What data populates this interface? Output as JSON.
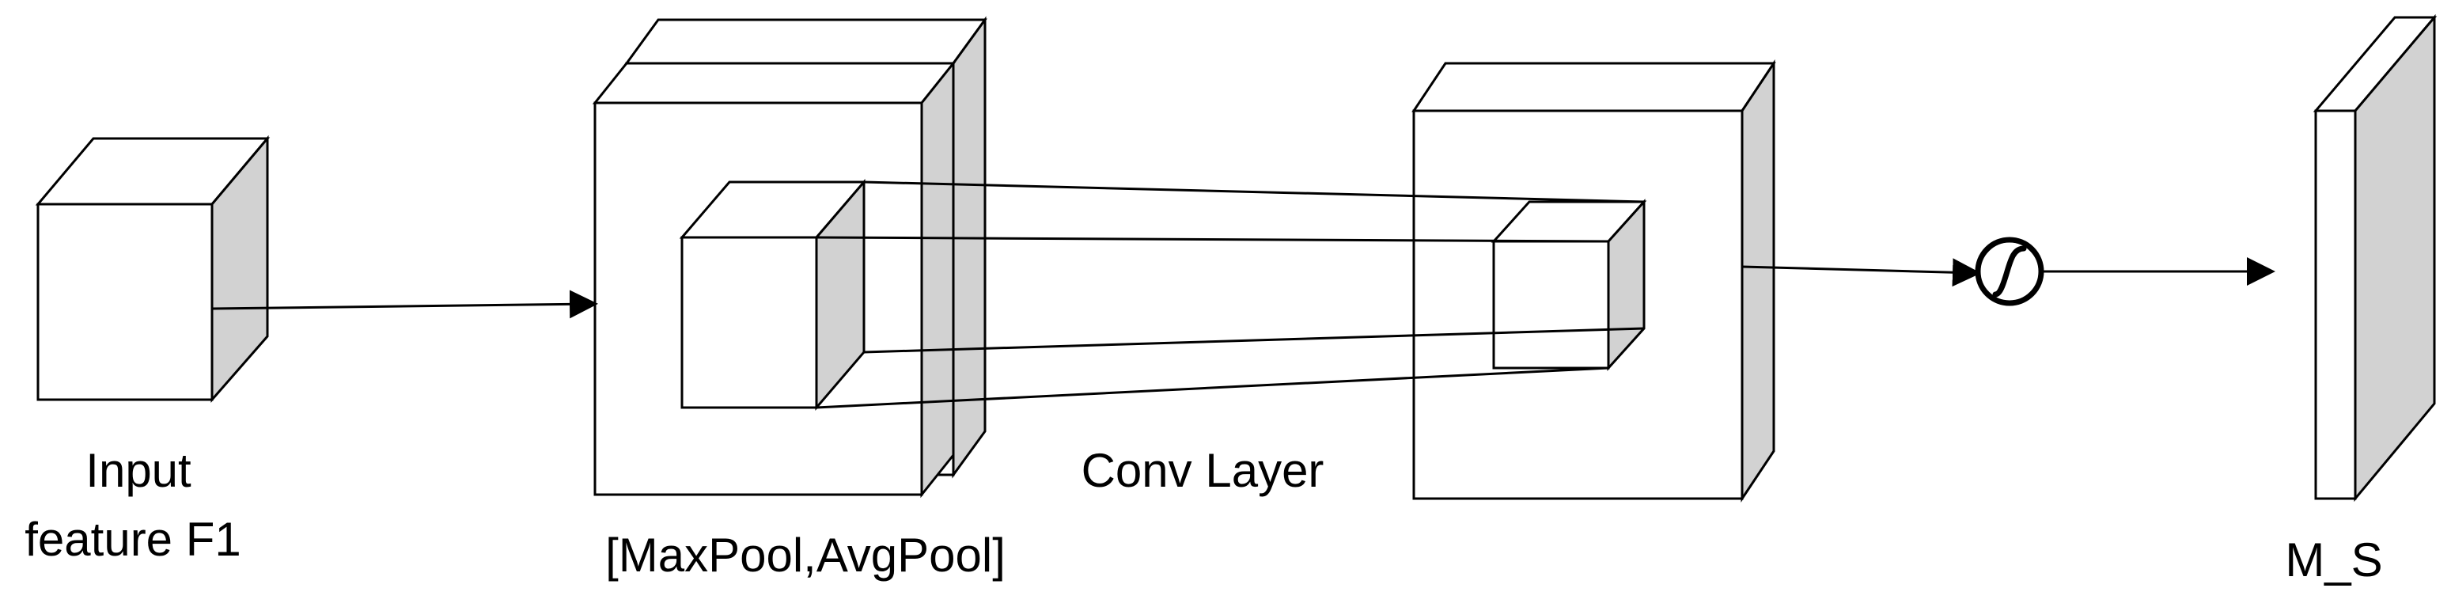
{
  "labels": {
    "input_line1": "Input",
    "input_line2": "feature F1",
    "pool": "[MaxPool,AvgPool]",
    "conv": "Conv Layer",
    "output": "M_S"
  },
  "colors": {
    "stroke": "#000000",
    "face": "#ffffff",
    "side_shade": "#d2d2d2"
  },
  "icons": [
    "sigmoid-icon",
    "arrow-icon"
  ]
}
